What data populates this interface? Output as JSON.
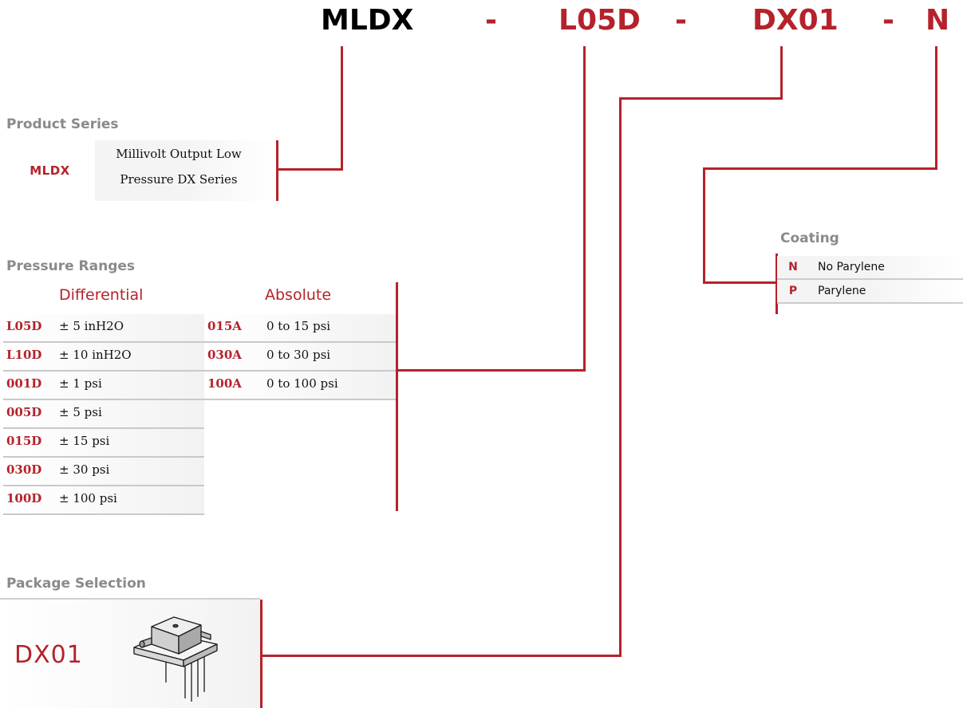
{
  "part_number": {
    "series": "MLDX",
    "dash1": "-",
    "range": "L05D",
    "dash2": "-",
    "package": "DX01",
    "dash3": "-",
    "coating": "N"
  },
  "product_series": {
    "title": "Product Series",
    "code": "MLDX",
    "description_line1": "Millivolt Output Low",
    "description_line2": "Pressure DX Series"
  },
  "pressure_ranges": {
    "title": "Pressure Ranges",
    "differential_header": "Differential",
    "absolute_header": "Absolute",
    "differential": [
      {
        "code": "L05D",
        "range": "± 5 inH2O"
      },
      {
        "code": "L10D",
        "range": "± 10 inH2O"
      },
      {
        "code": "001D",
        "range": "± 1 psi"
      },
      {
        "code": "005D",
        "range": "± 5 psi"
      },
      {
        "code": "015D",
        "range": "± 15 psi"
      },
      {
        "code": "030D",
        "range": "± 30 psi"
      },
      {
        "code": "100D",
        "range": "± 100 psi"
      }
    ],
    "absolute": [
      {
        "code": "015A",
        "range": "0 to 15 psi"
      },
      {
        "code": "030A",
        "range": "0 to 30 psi"
      },
      {
        "code": "100A",
        "range": "0 to 100 psi"
      }
    ]
  },
  "coating": {
    "title": "Coating",
    "options": [
      {
        "code": "N",
        "label": "No Parylene"
      },
      {
        "code": "P",
        "label": "Parylene"
      }
    ]
  },
  "package_selection": {
    "title": "Package Selection",
    "code": "DX01",
    "image_icon": "sensor-package-icon"
  },
  "colors": {
    "accent": "#b5222b",
    "section_title": "#8a8a8a",
    "row_divider": "#c9c9c9"
  }
}
